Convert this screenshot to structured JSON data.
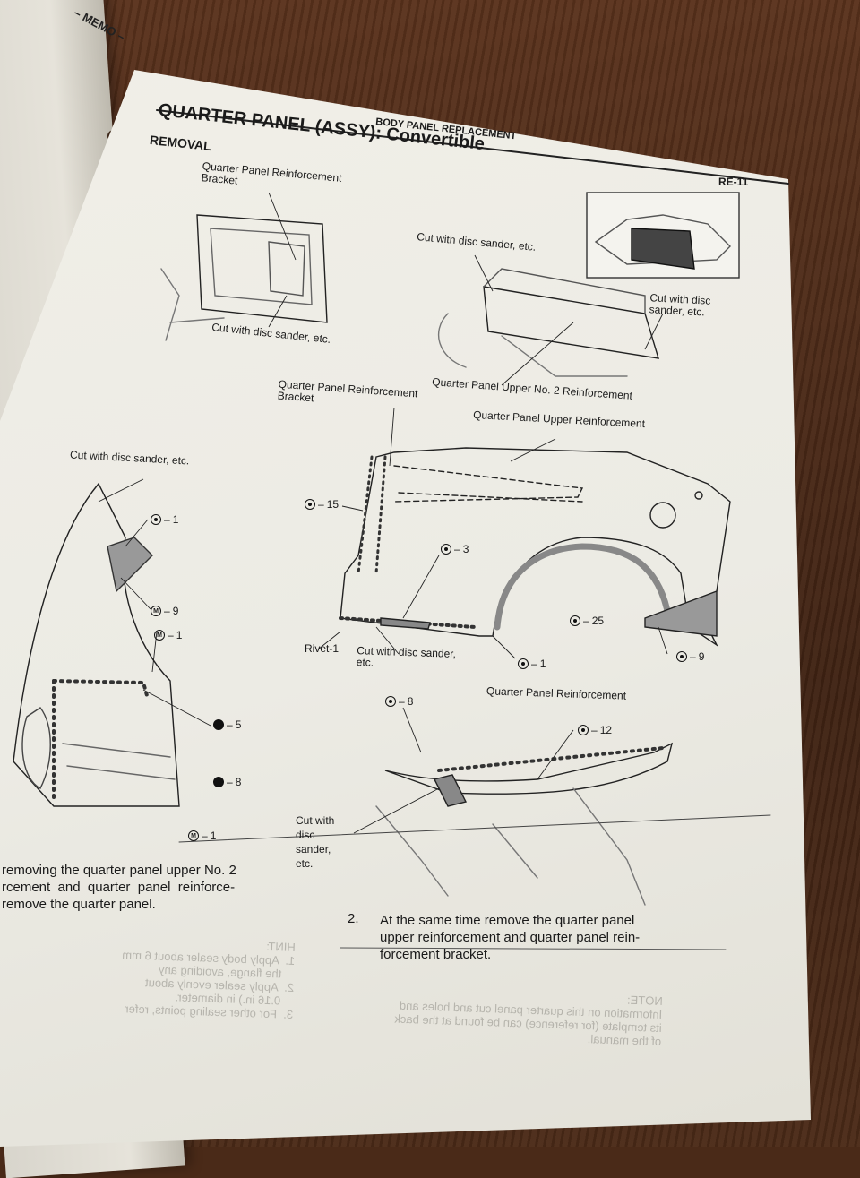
{
  "left_page": {
    "memo": "– MEMO –"
  },
  "header": {
    "section": "BODY PANEL REPLACEMENT",
    "title": "QUARTER PANEL (ASSY): Convertible",
    "subtitle": "REMOVAL",
    "page_number": "RE-11"
  },
  "labels": {
    "bracket_top": "Quarter Panel Reinforcement\nBracket",
    "cut_top_right": "Cut with disc sander, etc.",
    "cut_far_right": "Cut with disc\nsander, etc.",
    "cut_top_left": "Cut with disc sander, etc.",
    "upper_no2": "Quarter Panel Upper No. 2 Reinforcement",
    "bracket_mid": "Quarter Panel Reinforcement\nBracket",
    "upper_reinf": "Quarter Panel Upper Reinforcement",
    "cut_left": "Cut with disc sander, etc.",
    "rivet": "Rivet-1",
    "cut_mid": "Cut with disc sander,\netc.",
    "reinf": "Quarter Panel Reinforcement",
    "cut_bottom": "Cut with\ndisc\nsander,\netc."
  },
  "callouts": [
    {
      "sym": "",
      "fill": false,
      "value": "1"
    },
    {
      "sym": "M",
      "fill": false,
      "value": "9"
    },
    {
      "sym": "M",
      "fill": false,
      "value": "1"
    },
    {
      "sym": "",
      "fill": true,
      "value": "5"
    },
    {
      "sym": "",
      "fill": true,
      "value": "8"
    },
    {
      "sym": "M",
      "fill": false,
      "value": "1"
    },
    {
      "sym": "",
      "fill": false,
      "value": "15"
    },
    {
      "sym": "",
      "fill": false,
      "value": "3"
    },
    {
      "sym": "",
      "fill": false,
      "value": "25"
    },
    {
      "sym": "",
      "fill": false,
      "value": "1"
    },
    {
      "sym": "",
      "fill": false,
      "value": "9"
    },
    {
      "sym": "",
      "fill": false,
      "value": "8"
    },
    {
      "sym": "",
      "fill": false,
      "value": "12"
    }
  ],
  "steps": {
    "step1_text": "removing the quarter panel upper No. 2\nrcement  and  quarter  panel  reinforce-\nremove the quarter panel.",
    "step2_num": "2.",
    "step2_text": "At the same time remove the quarter panel\nupper reinforcement and quarter panel rein-\nforcement bracket."
  },
  "bleed": {
    "hint": "HINT:\n1.  Apply body sealer about 6 mm\n    the flange, avoiding any\n2.  Apply sealer evenly about\n    0.16 in.) in diameter.\n3.  For other sealing points, refer",
    "note": "NOTE:\nInformation on this quarter panel cut and holes and\nits template (for reference) can be found at the back\nof the manual."
  }
}
